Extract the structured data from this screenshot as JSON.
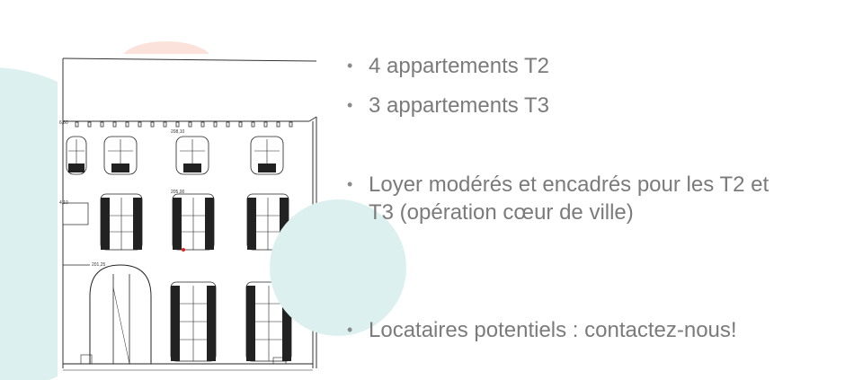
{
  "slide": {
    "bullets": [
      {
        "text": "4 appartements T2"
      },
      {
        "text": "3 appartements T3"
      },
      {
        "text": "Loyer modérés et encadrés pour les T2 et T3  (opération cœur de ville)"
      },
      {
        "text": "Locataires potentiels : contactez-nous!"
      }
    ],
    "bullet_glyph": "•",
    "drawing_labels": {
      "top_left": "6,60",
      "mid_left": "4,10",
      "upper_center": "208,10",
      "mid_center": "205,00",
      "arch": "201,25"
    }
  },
  "colors": {
    "text": "#7b7b7b",
    "background_circle": "#dcf1ef",
    "accent_peach": "#fbe3dc"
  }
}
